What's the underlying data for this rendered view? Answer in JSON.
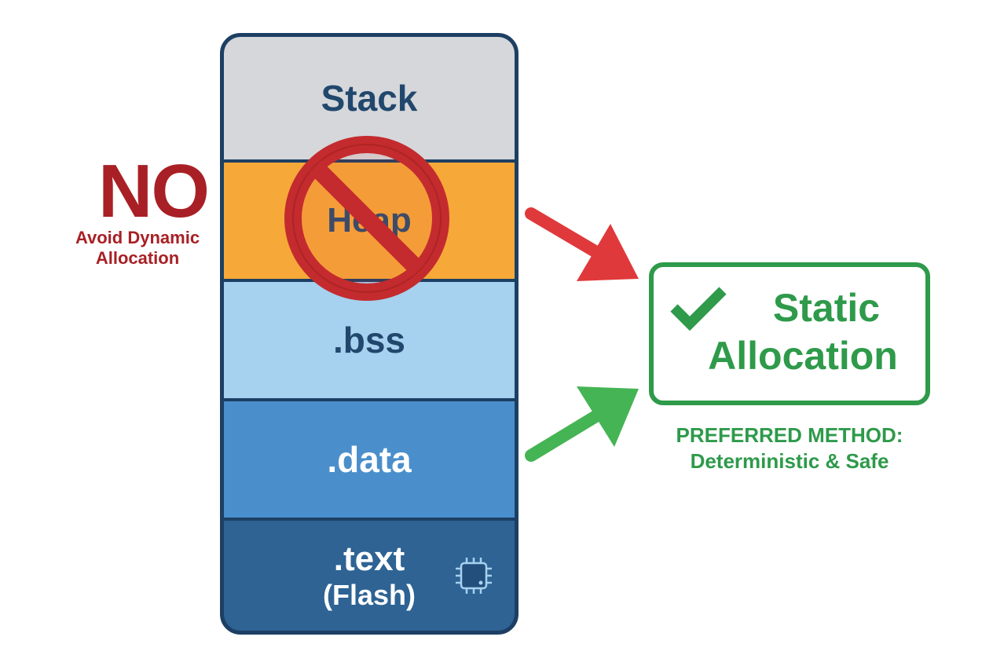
{
  "memory_map": {
    "segments": {
      "stack": {
        "label": "Stack"
      },
      "heap": {
        "label": "Heap"
      },
      "bss": {
        "label": ".bss"
      },
      "data": {
        "label": ".data"
      },
      "text": {
        "label": ".text",
        "sublabel": "(Flash)"
      }
    },
    "icons": [
      "no-entry-icon",
      "chip-icon"
    ]
  },
  "warning": {
    "title": "NO",
    "caption_line1": "Avoid Dynamic",
    "caption_line2": "Allocation"
  },
  "recommendation": {
    "title_line1": "Static",
    "title_line2": "Allocation",
    "caption_line1": "PREFERRED METHOD:",
    "caption_line2": "Deterministic & Safe",
    "icon": "checkmark-icon"
  },
  "colors": {
    "warning_red": "#a82025",
    "arrow_red": "#e0393b",
    "success_green": "#2e9a4a",
    "heap_orange": "#f6a938",
    "outline_navy": "#1d3f63"
  }
}
